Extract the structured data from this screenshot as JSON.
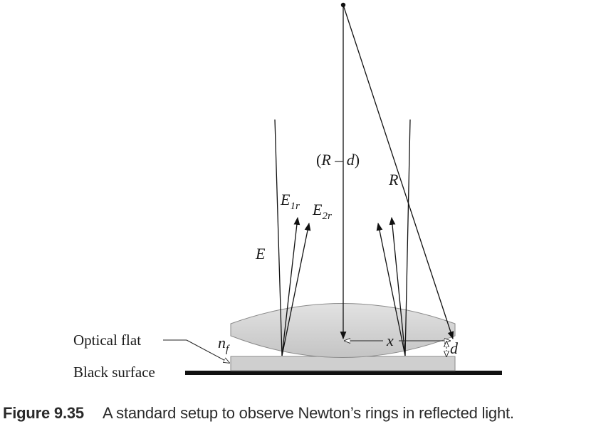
{
  "labels": {
    "r_minus_d": "(R – d)",
    "R": "R",
    "E": "E",
    "E1r_main": "E",
    "E1r_sub": "1r",
    "E2r_main": "E",
    "E2r_sub": "2r",
    "optical_flat": "Optical flat",
    "black_surface": "Black surface",
    "nf_main": "n",
    "nf_sub": "f",
    "x": "x",
    "d": "d"
  },
  "caption": {
    "number": "Figure 9.35",
    "text": "A standard setup to observe Newton’s rings in reflected light."
  }
}
